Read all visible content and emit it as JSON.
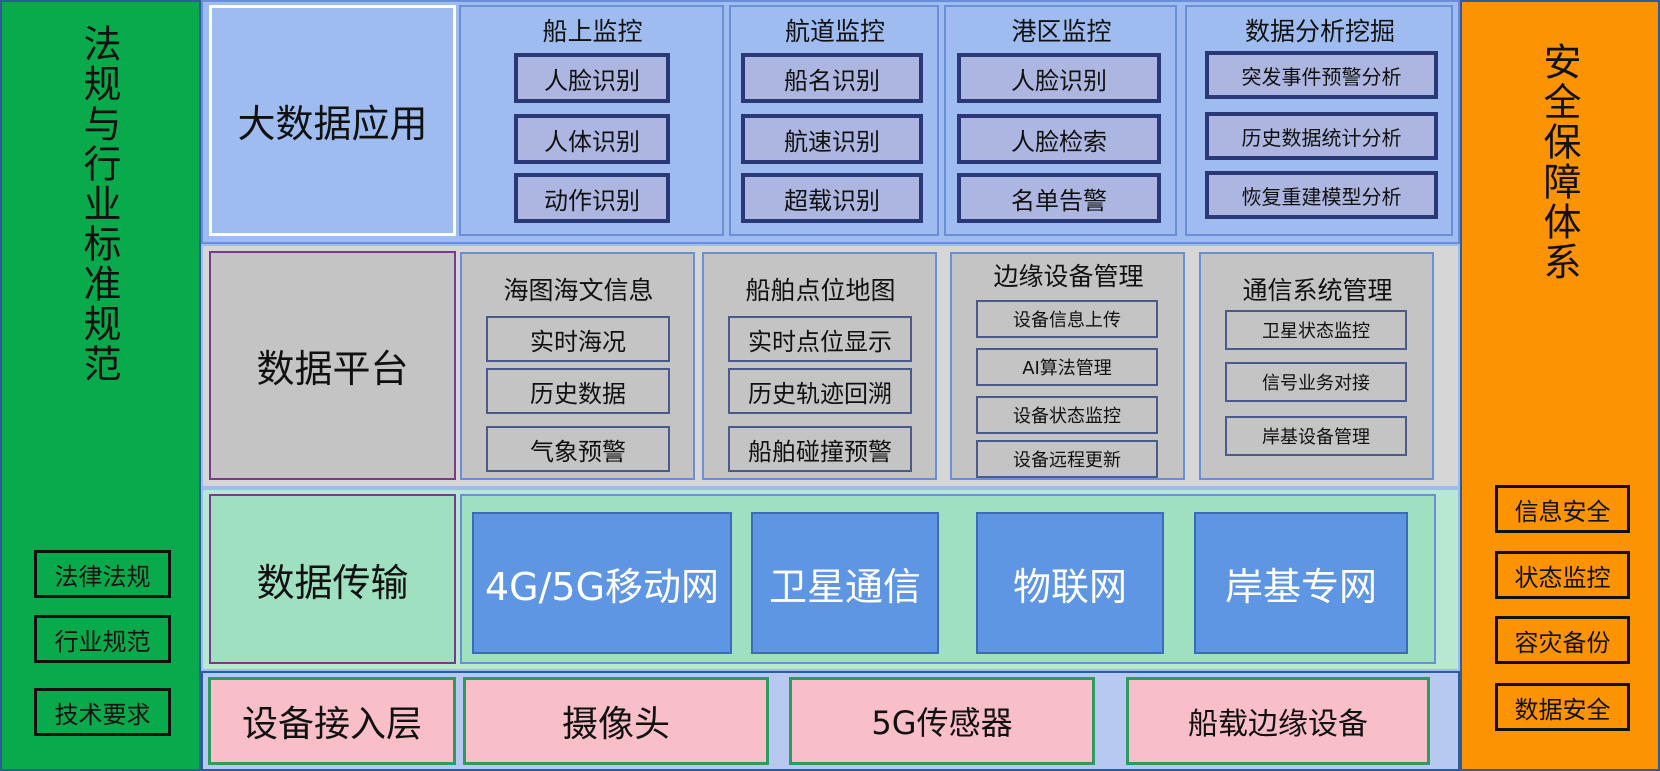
{
  "left": {
    "title": "法规与行业标准规范",
    "tags": [
      "法律法规",
      "行业规范",
      "技术要求"
    ]
  },
  "right": {
    "title": "安全保障体系",
    "tags": [
      "信息安全",
      "状态监控",
      "容灾备份",
      "数据安全"
    ]
  },
  "app": {
    "title": "大数据应用",
    "modules": [
      {
        "title": "船上监控",
        "items": [
          "人脸识别",
          "人体识别",
          "动作识别"
        ]
      },
      {
        "title": "航道监控",
        "items": [
          "船名识别",
          "航速识别",
          "超载识别"
        ]
      },
      {
        "title": "港区监控",
        "items": [
          "人脸识别",
          "人脸检索",
          "名单告警"
        ]
      },
      {
        "title": "数据分析挖掘",
        "items": [
          "突发事件预警分析",
          "历史数据统计分析",
          "恢复重建模型分析"
        ]
      }
    ]
  },
  "platform": {
    "title": "数据平台",
    "modules": [
      {
        "title": "海图海文信息",
        "items": [
          "实时海况",
          "历史数据",
          "气象预警"
        ]
      },
      {
        "title": "船舶点位地图",
        "items": [
          "实时点位显示",
          "历史轨迹回溯",
          "船舶碰撞预警"
        ]
      },
      {
        "title": "边缘设备管理",
        "items": [
          "设备信息上传",
          "AI算法管理",
          "设备状态监控",
          "设备远程更新"
        ]
      },
      {
        "title": "通信系统管理",
        "items": [
          "卫星状态监控",
          "信号业务对接",
          "岸基设备管理"
        ]
      }
    ]
  },
  "transport": {
    "title": "数据传输",
    "networks": [
      "4G/5G移动网",
      "卫星通信",
      "物联网",
      "岸基专网"
    ]
  },
  "devices": {
    "title": "设备接入层",
    "items": [
      "摄像头",
      "5G传感器",
      "船载边缘设备"
    ]
  }
}
